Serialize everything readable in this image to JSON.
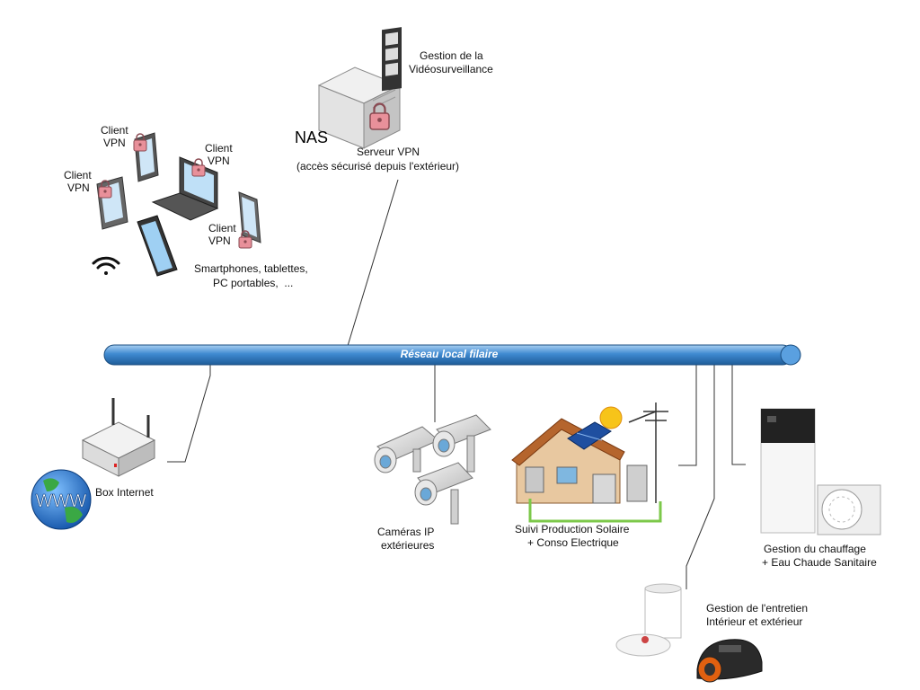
{
  "network": {
    "bus_label": "Réseau local filaire"
  },
  "nas": {
    "title": "NAS",
    "video_label_1": "Gestion de la",
    "video_label_2": "Vidéosurveillance",
    "vpn_label_1": "Serveur VPN",
    "vpn_label_2": "(accès sécurisé depuis l'extérieur)"
  },
  "clients": {
    "client_a_1": "Client",
    "client_a_2": "VPN",
    "client_b_1": "Client",
    "client_b_2": "VPN",
    "client_c_1": "Client",
    "client_c_2": "VPN",
    "client_d_1": "Client",
    "client_d_2": "VPN",
    "devices_1": "Smartphones, tablettes,",
    "devices_2": "PC portables,  ..."
  },
  "box": {
    "label": "Box Internet",
    "globe_text": "WWW"
  },
  "cameras": {
    "label_1": "Caméras IP",
    "label_2": "extérieures"
  },
  "solar": {
    "label_1": "Suivi Production Solaire",
    "label_2": "+ Conso Electrique"
  },
  "heating": {
    "label_1": "Gestion du chauffage",
    "label_2": "+ Eau Chaude Sanitaire"
  },
  "cleaning": {
    "label_1": "Gestion de l'entretien",
    "label_2": "Intérieur et extérieur"
  },
  "colors": {
    "bus": "#3f8ad1",
    "bus_dark": "#1b4e80",
    "lock": "#e07f8a"
  }
}
